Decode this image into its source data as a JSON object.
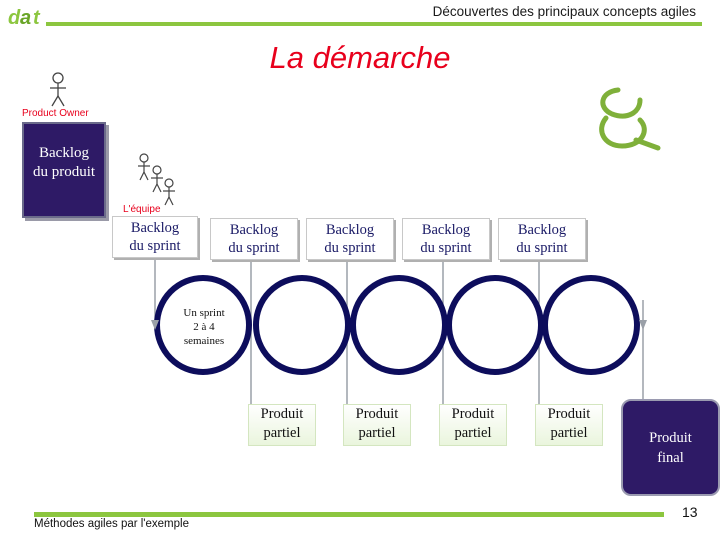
{
  "header": {
    "title": "Découvertes des principaux concepts agiles",
    "logo_text": "dat"
  },
  "slide": {
    "title": "La démarche"
  },
  "roles": {
    "product_owner": "Product Owner",
    "team": "L'équipe"
  },
  "product_backlog": {
    "line1": "Backlog",
    "line2": "du produit"
  },
  "sprint_backlogs": [
    {
      "line1": "Backlog",
      "line2": "du sprint"
    },
    {
      "line1": "Backlog",
      "line2": "du sprint"
    },
    {
      "line1": "Backlog",
      "line2": "du sprint"
    },
    {
      "line1": "Backlog",
      "line2": "du sprint"
    },
    {
      "line1": "Backlog",
      "line2": "du sprint"
    }
  ],
  "sprint_label": {
    "line1": "Un sprint",
    "line2": "2 à 4",
    "line3": "semaines"
  },
  "partial_products": [
    {
      "line1": "Produit",
      "line2": "partiel"
    },
    {
      "line1": "Produit",
      "line2": "partiel"
    },
    {
      "line1": "Produit",
      "line2": "partiel"
    },
    {
      "line1": "Produit",
      "line2": "partiel"
    }
  ],
  "final_product": {
    "line1": "Produit",
    "line2": "final"
  },
  "footer": {
    "text": "Méthodes agiles par l'exemple",
    "page_number": "13"
  },
  "colors": {
    "accent_green": "#8cc63f",
    "title_red": "#e8001c",
    "dark_purple": "#2e1a66",
    "loop_blue": "#0d0d5c"
  }
}
